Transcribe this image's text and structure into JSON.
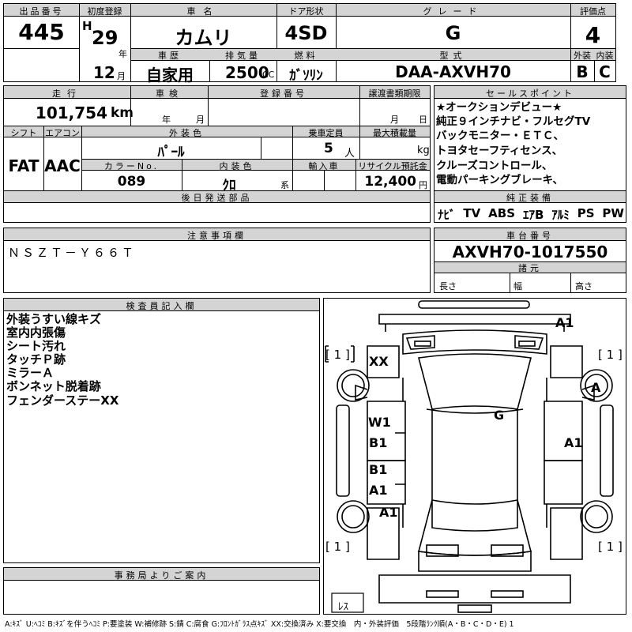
{
  "header": {
    "lot_label": "出品番号",
    "lot_value": "445",
    "first_reg_label": "初度登録",
    "era": "H",
    "year": "29",
    "year_unit": "年",
    "month": "12",
    "month_unit": "月",
    "car_name_label": "車名",
    "car_name_value": "カムリ",
    "door_label": "ドア形状",
    "door_value": "4SD",
    "grade_label": "グレード",
    "grade_value": "G",
    "score_label": "評価点",
    "score_value": "4",
    "history_label": "車歴",
    "history_value": "自家用",
    "displacement_label": "排気量",
    "displacement_value": "2500",
    "displacement_unit": "CC",
    "fuel_label": "燃料",
    "fuel_value": "ｶﾞｿﾘﾝ",
    "model_label": "型式",
    "model_value": "DAA-AXVH70",
    "exterior_label": "外装",
    "exterior_value": "B",
    "interior_label": "内装",
    "interior_value": "C"
  },
  "row2": {
    "mileage_label": "走行",
    "mileage_value": "101,754",
    "mileage_unit": "km",
    "inspection_label": "車検",
    "inspection_year_unit": "年",
    "inspection_month_unit": "月",
    "regno_label": "登録番号",
    "transfer_label": "譲渡書類期限",
    "transfer_month_unit": "月",
    "transfer_day_unit": "日",
    "shift_label": "シフト",
    "shift_value": "FAT",
    "ac_label": "エアコン",
    "ac_value": "AAC",
    "color_label": "外装色",
    "color_value": "ﾊﾟｰﾙ",
    "seats_label": "乗車定員",
    "seats_value": "5",
    "seats_unit": "人",
    "payload_label": "最大積載量",
    "payload_unit": "kg",
    "colorno_label": "カラーNo.",
    "colorno_value": "089",
    "intcolor_label": "内装色",
    "intcolor_value": "ｸﾛ",
    "intcolor_unit": "系",
    "import_label": "輸入車",
    "recycle_label": "リサイクル預託金",
    "recycle_value": "12,400",
    "recycle_unit": "円",
    "later_label": "後日発送部品"
  },
  "sales_points": {
    "label": "セールスポイント",
    "lines": [
      "★オークションデビュー★",
      "純正９インチナビ・フルセグTV",
      "バックモニター・ＥＴＣ、",
      "トヨタセーフティセンス、",
      "クルーズコントロール、",
      "電動パーキングブレーキ、"
    ]
  },
  "equipment": {
    "label": "純正装備",
    "items": [
      "ﾅﾋﾞ",
      "TV",
      "ABS",
      "ｴｱB",
      "ｱﾙﾐ",
      "PS",
      "PW"
    ]
  },
  "caution": {
    "label": "注意事項欄",
    "value": "ＮＳＺＴ－Ｙ６６Ｔ"
  },
  "chassis": {
    "label": "車台番号",
    "value": "AXVH70-1017550",
    "specs_label": "諸元",
    "length_label": "長さ",
    "width_label": "幅",
    "height_label": "高さ"
  },
  "inspector": {
    "label": "検査員記入欄",
    "lines": [
      "外装うすい線キズ",
      "室内内張傷",
      "シート汚れ",
      "タッチＰ跡",
      "ミラーＡ",
      "ボンネット脱着跡",
      "フェンダーステーXX"
    ]
  },
  "diagram": {
    "marks": {
      "a1_top": "A1",
      "xx": "XX",
      "a_right": "A",
      "g": "G",
      "w1": "W1",
      "b1_left_upper": "B1",
      "a1_right": "A1",
      "b1_left_lower": "B1",
      "a1_left_lower": "A1",
      "a1_left_wheel": "A1"
    },
    "tire_left_top": "1",
    "tire_right_top": "1",
    "tire_left_bottom": "1",
    "tire_right_bottom": "1",
    "spare_label": "ﾚｽ"
  },
  "office": {
    "label": "事務局よりご案内"
  },
  "legend": "A:ｷｽﾞ U:ﾍｺﾐ B:ｷｽﾞを伴うﾍｺﾐ P:要塗装 W:補修跡 S:錆 C:腐食 G:ﾌﾛﾝﾄｶﾞﾗｽ点ｷｽﾞ XX:交換済み X:要交換　内・外装評価　5段階ﾗﾝｸ順(A・B・C・D・E) 1"
}
